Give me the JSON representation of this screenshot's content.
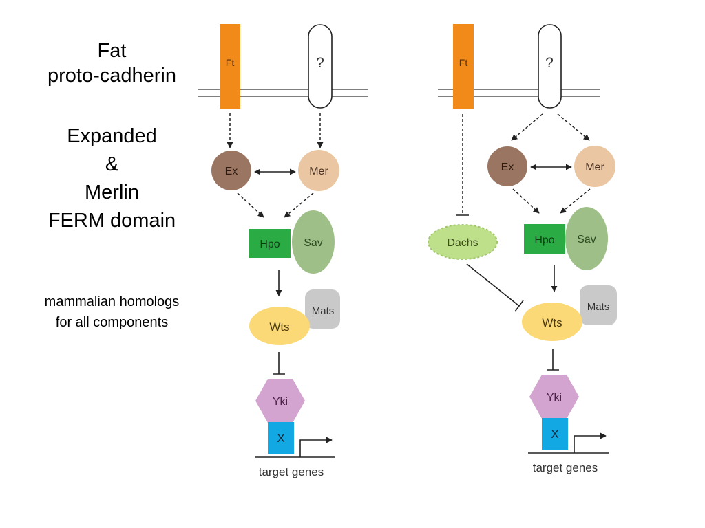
{
  "annotations": {
    "fat_lines": [
      "Fat",
      "proto-cadherin"
    ],
    "ferm_lines": [
      "Expanded",
      "&",
      "Merlin",
      "FERM domain"
    ],
    "homolog_lines": [
      "mammalian homologs",
      "for all components"
    ]
  },
  "labels": {
    "ft": "Ft",
    "unknown": "?",
    "ex": "Ex",
    "mer": "Mer",
    "hpo": "Hpo",
    "sav": "Sav",
    "wts": "Wts",
    "mats": "Mats",
    "yki": "Yki",
    "x": "X",
    "target": "target genes",
    "dachs": "Dachs"
  },
  "colors": {
    "ft": "#f28a1a",
    "ex": "#9a7561",
    "mer": "#eac7a2",
    "hpo": "#2aab43",
    "sav": "#9ebf88",
    "wts": "#fbd977",
    "mats": "#c9c9c9",
    "yki": "#d3a4cf",
    "x": "#12a8e4",
    "dachs": "#bfe08a"
  }
}
